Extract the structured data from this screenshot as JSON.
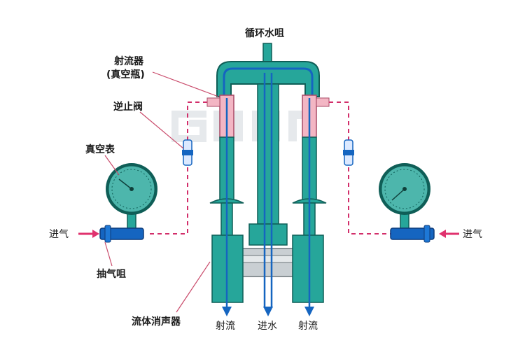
{
  "labels": {
    "nozzle": "循环水咀",
    "ejector_line1": "射流器",
    "ejector_line2": "(真空瓶)",
    "check_valve": "逆止阀",
    "vacuum_gauge": "真空表",
    "inlet_left": "进气",
    "inlet_right": "进气",
    "suction_nozzle": "抽气咀",
    "fluid_muffler": "流体消声器",
    "out_left": "射流",
    "out_center": "进水",
    "out_right": "射流"
  },
  "colors": {
    "teal": "#26a69a",
    "teal_dark": "#0f5e57",
    "blue_pipe": "#1565c0",
    "pink": "#f3b6c4",
    "dashed": "#d22e6a",
    "leader": "#c94b6b",
    "arrow": "#e0326e",
    "gray_frame": "#c9cfd3"
  },
  "gauge": {
    "scale_max": "100"
  }
}
